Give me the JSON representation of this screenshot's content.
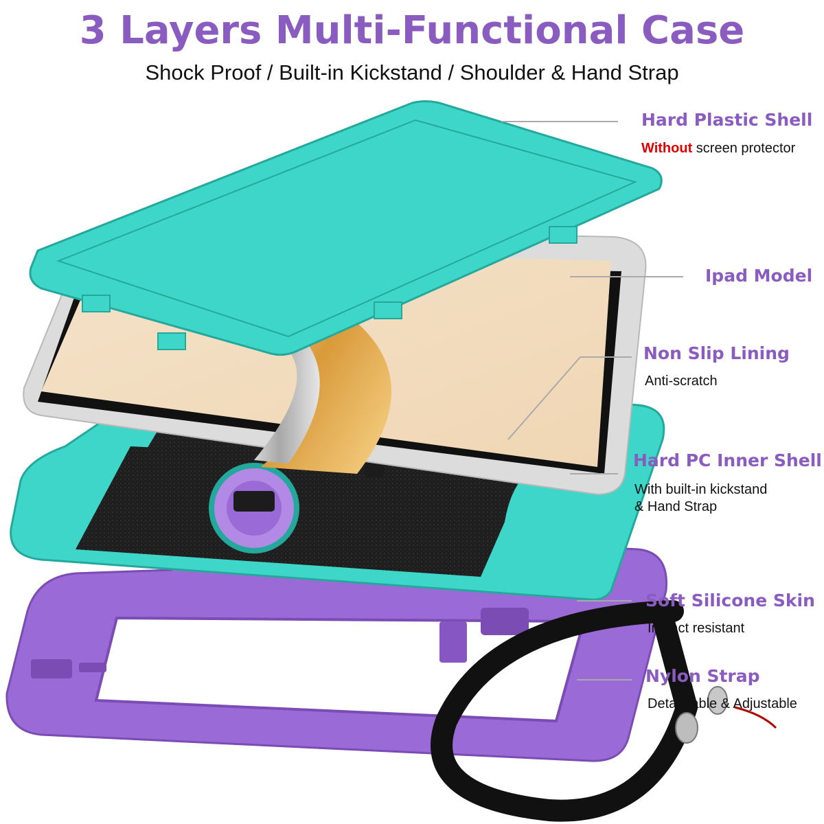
{
  "header": {
    "title": "3 Layers Multi-Functional Case",
    "subtitle": "Shock Proof / Built-in Kickstand / Shoulder & Hand Strap"
  },
  "features": [
    {
      "label": "Hard Plastic Shell",
      "note_emphasis": "Without",
      "note": " screen protector"
    },
    {
      "label": "Ipad Model"
    },
    {
      "label": "Non Slip Lining",
      "note": "Anti-scratch"
    },
    {
      "label": "Hard PC Inner Shell",
      "note_line1": "With built-in kickstand",
      "note_line2": "& Hand Strap"
    },
    {
      "label": "Soft Silicone Skin",
      "note": "Impact resistant"
    },
    {
      "label": "Nylon Strap",
      "note": "Detachable & Adjustable"
    }
  ],
  "colors": {
    "accent_purple": "#8a5cc0",
    "frame_teal": "#3ed6c8",
    "skin_purple": "#9a6ad6",
    "emphasis_red": "#e00000"
  }
}
